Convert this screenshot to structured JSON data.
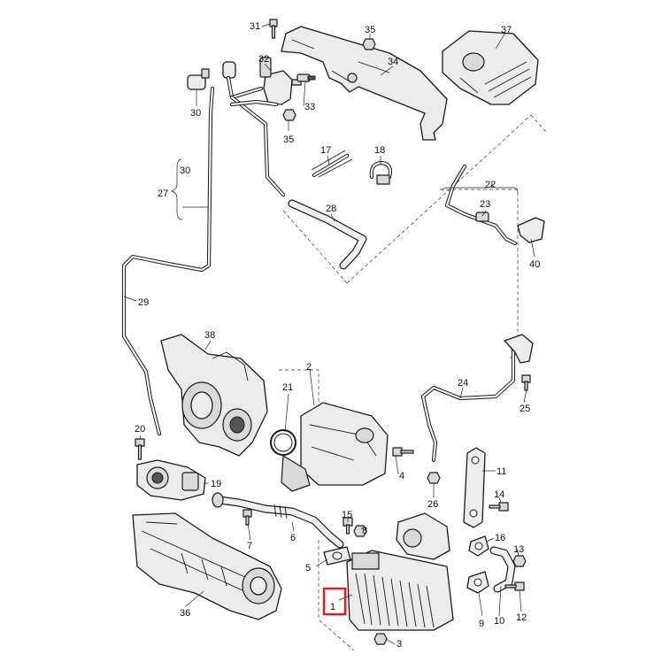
{
  "labels": {
    "l1": "1",
    "l2": "2",
    "l3": "3",
    "l4": "4",
    "l5": "5",
    "l6": "6",
    "l7": "7",
    "l8": "8",
    "l9": "9",
    "l10": "10",
    "l11": "11",
    "l12": "12",
    "l13": "13",
    "l14": "14",
    "l15": "15",
    "l16": "16",
    "l17": "17",
    "l18": "18",
    "l19": "19",
    "l20": "20",
    "l21": "21",
    "l22": "22",
    "l23": "23",
    "l24": "24",
    "l25": "25",
    "l26": "26",
    "l27": "27",
    "l28": "28",
    "l29": "29",
    "l30a": "30",
    "l30b": "30",
    "l31": "31",
    "l32": "32",
    "l33": "33",
    "l34": "34",
    "l35a": "35",
    "l35b": "35",
    "l36": "36",
    "l37": "37",
    "l38": "38",
    "l40": "40"
  },
  "highlight": {
    "part": "1",
    "color": "#e11b1b"
  }
}
